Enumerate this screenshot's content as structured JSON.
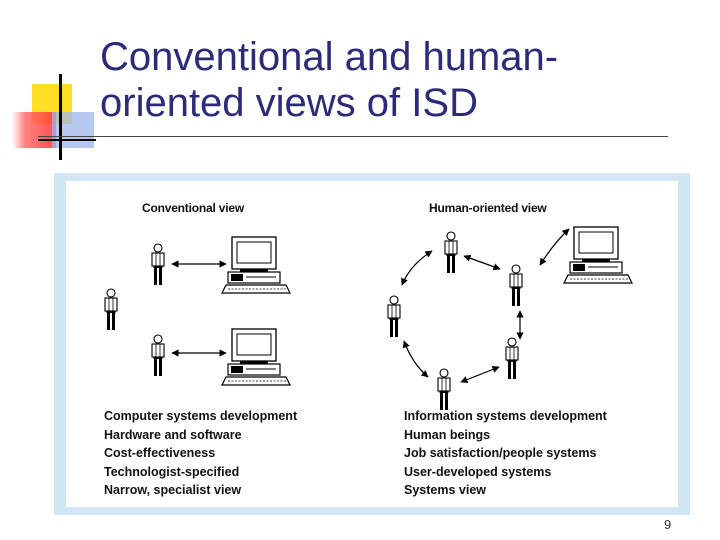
{
  "slide": {
    "title_line1": "Conventional and human-",
    "title_line2": "oriented views of ISD",
    "page_number": "9"
  },
  "figure": {
    "conventional": {
      "heading": "Conventional view",
      "traits": [
        "Computer systems development",
        "Hardware and software",
        "Cost-effectiveness",
        "Technologist-specified",
        "Narrow, specialist view"
      ]
    },
    "human": {
      "heading": "Human-oriented view",
      "traits": [
        "Information systems development",
        "Human beings",
        "Job satisfaction/people systems",
        "User-developed systems",
        "Systems view"
      ]
    }
  },
  "colors": {
    "title": "#2b2b7a",
    "frame": "#d2e6f3",
    "accent_yellow": "#ffdd22",
    "accent_red": "#ff3030",
    "accent_blue": "#9eb6ec"
  }
}
